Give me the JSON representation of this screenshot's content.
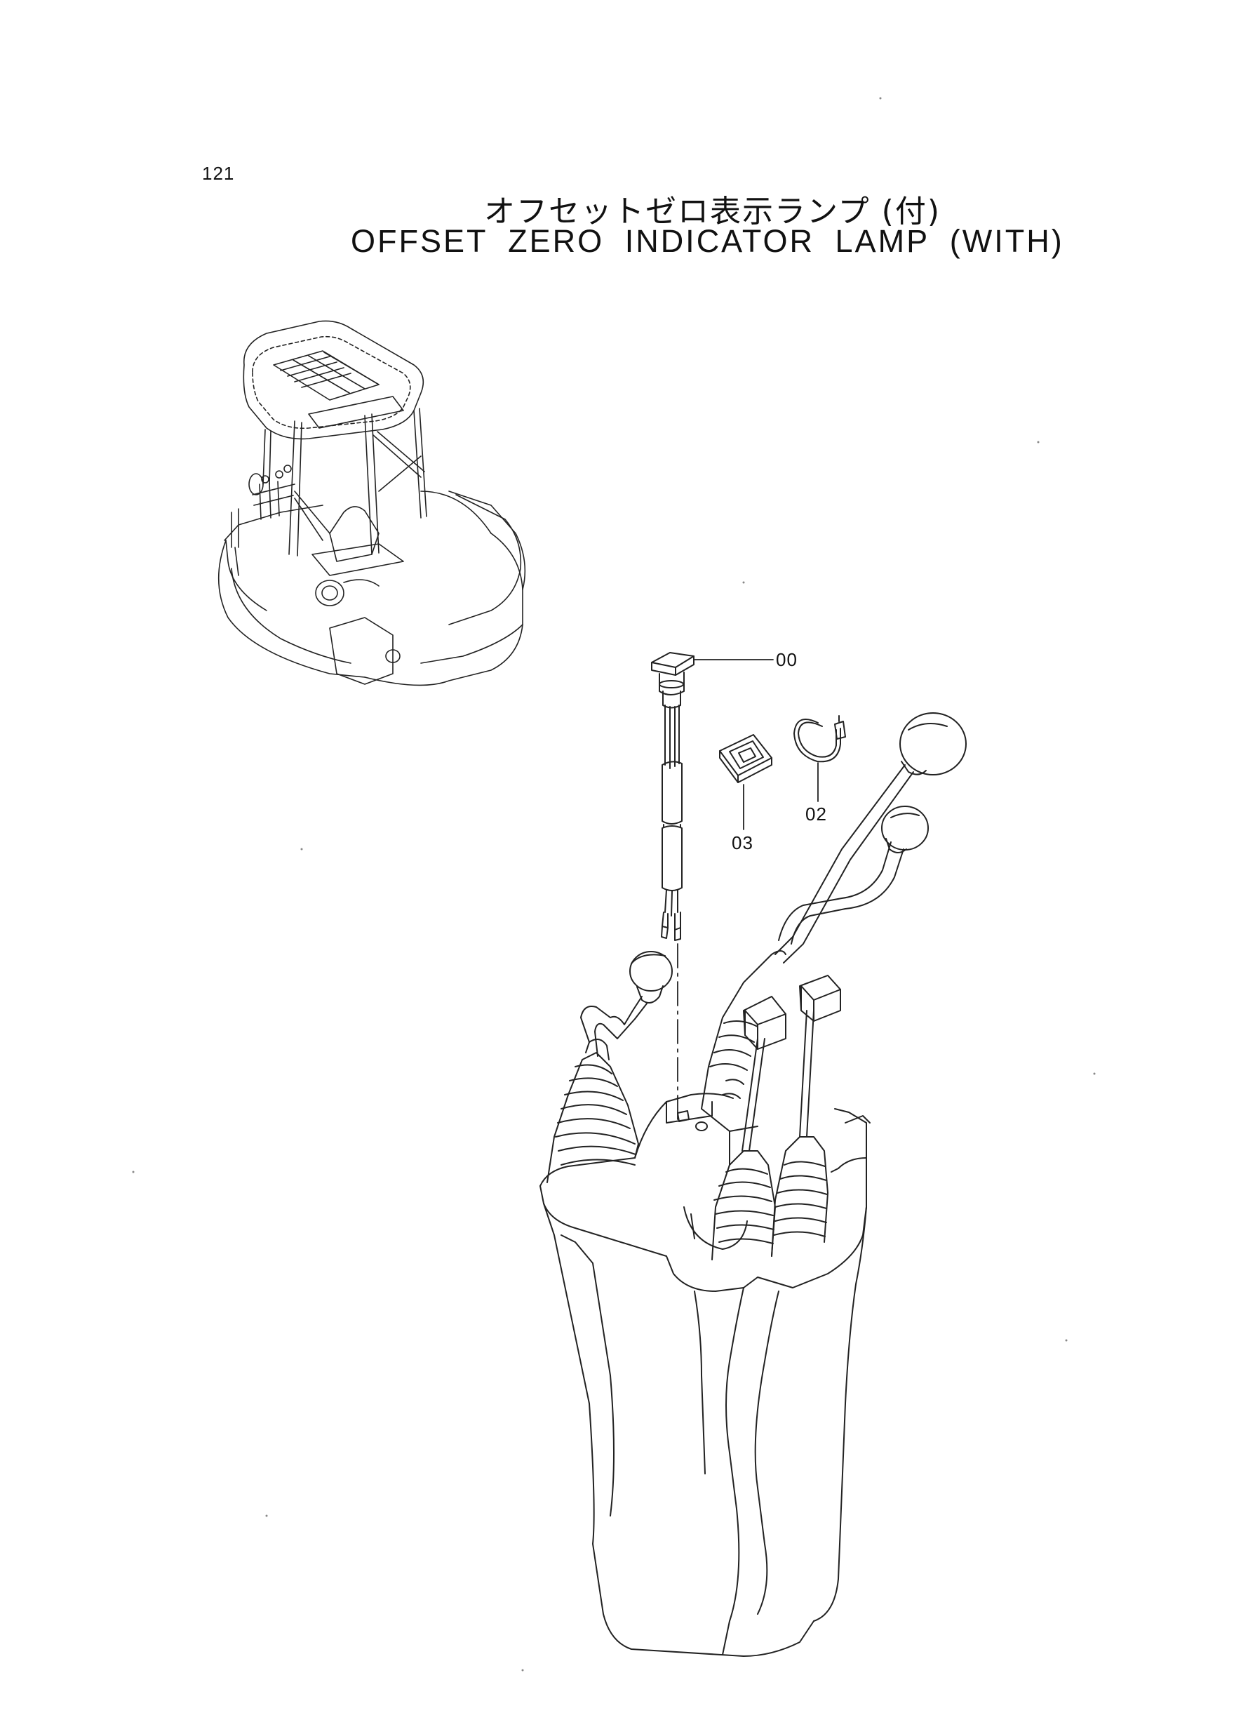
{
  "page_number": "121",
  "title_jp": "オフセットゼロ表示ランプ (付)",
  "title_en": "OFFSET  ZERO  INDICATOR  LAMP (WITH)",
  "callouts": {
    "lamp": "00",
    "tie": "02",
    "grommet": "03"
  }
}
